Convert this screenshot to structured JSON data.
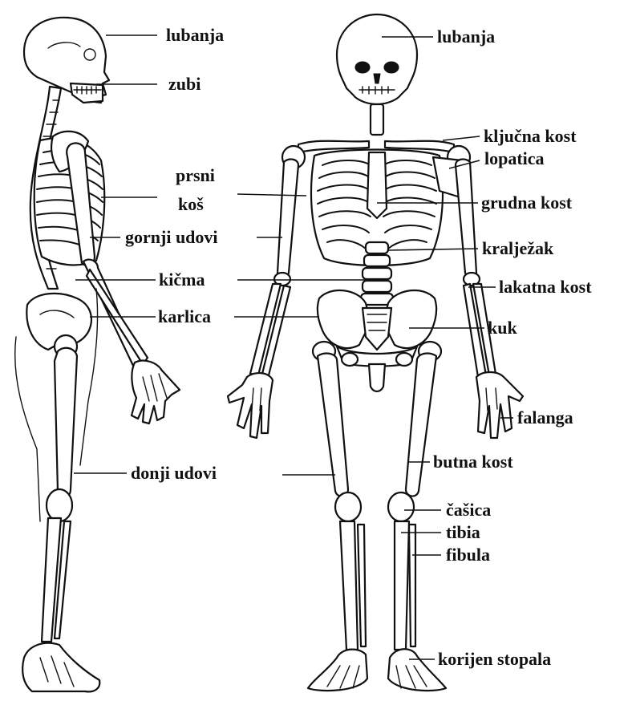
{
  "side_view_labels": {
    "lubanja": "lubanja",
    "zubi": "zubi",
    "prsni": "prsni",
    "kos": "koš",
    "gornji_udovi": "gornji udovi",
    "kicma": "kičma",
    "karlica": "karlica",
    "donji_udovi": "donji udovi"
  },
  "front_view_labels": {
    "lubanja": "lubanja",
    "kljucna_kost": "ključna kost",
    "lopatica": "lopatica",
    "grudna_kost": "grudna kost",
    "kraljezak": "kralježak",
    "lakatna_kost": "lakatna kost",
    "kuk": "kuk",
    "falanga": "falanga",
    "butna_kost": "butna kost",
    "casica": "čašica",
    "tibia": "tibia",
    "fibula": "fibula",
    "korijen_stopala": "korijen stopala"
  }
}
